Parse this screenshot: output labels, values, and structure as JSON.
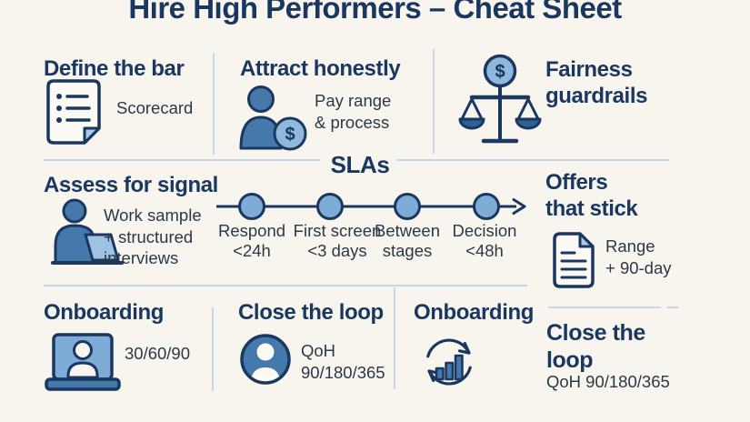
{
  "colors": {
    "background": "#F8F5EF",
    "navy": "#1A3760",
    "body_text": "#2B3946",
    "divider": "#C7D7E5",
    "blue_medium": "#4579AB",
    "blue_light": "#8FB8DC",
    "blue_pale": "#A9CAE8",
    "blue_deep": "#2E6093",
    "blue_screen": "#7FACD7",
    "blue_laptop": "#9FC2E2",
    "paper": "#FCFAF5"
  },
  "title": "Hire High Performers – Cheat Sheet",
  "sections": {
    "define_bar": {
      "heading": "Define the bar",
      "caption": "Scorecard",
      "icon": "scorecard-icon"
    },
    "attract": {
      "heading": "Attract honestly",
      "caption": "Pay range\n& process",
      "icon": "person-dollar-icon"
    },
    "fairness": {
      "heading": "Fairness\nguardrails",
      "icon": "scales-dollar-icon"
    },
    "assess": {
      "heading": "Assess for signal",
      "caption": "Work sample\n+ structured\ninterviews",
      "icon": "person-laptop-icon"
    },
    "slas": {
      "heading": "SLAs",
      "icon": "timeline-arrow-icon",
      "milestones": [
        {
          "label": "Respond",
          "value": "<24h"
        },
        {
          "label": "First screen",
          "value": "<3 days"
        },
        {
          "label": "Between",
          "value": "stages"
        },
        {
          "label": "Decision",
          "value": "<48h"
        }
      ],
      "dollar_symbol": "$"
    },
    "offers": {
      "heading": "Offers\nthat stick",
      "caption": "Range\n+ 90-day",
      "icon": "document-icon"
    },
    "onboarding_a": {
      "heading": "Onboarding",
      "caption": "30/60/90",
      "icon": "laptop-user-icon"
    },
    "close_loop_a": {
      "heading": "Close the loop",
      "caption": "QoH\n90/180/365",
      "icon": "avatar-icon"
    },
    "onboarding_b": {
      "heading": "Onboarding",
      "icon": "refresh-chart-icon"
    },
    "close_loop_b": {
      "heading": "Close the\nloop",
      "caption": "QoH 90/180/365"
    }
  }
}
